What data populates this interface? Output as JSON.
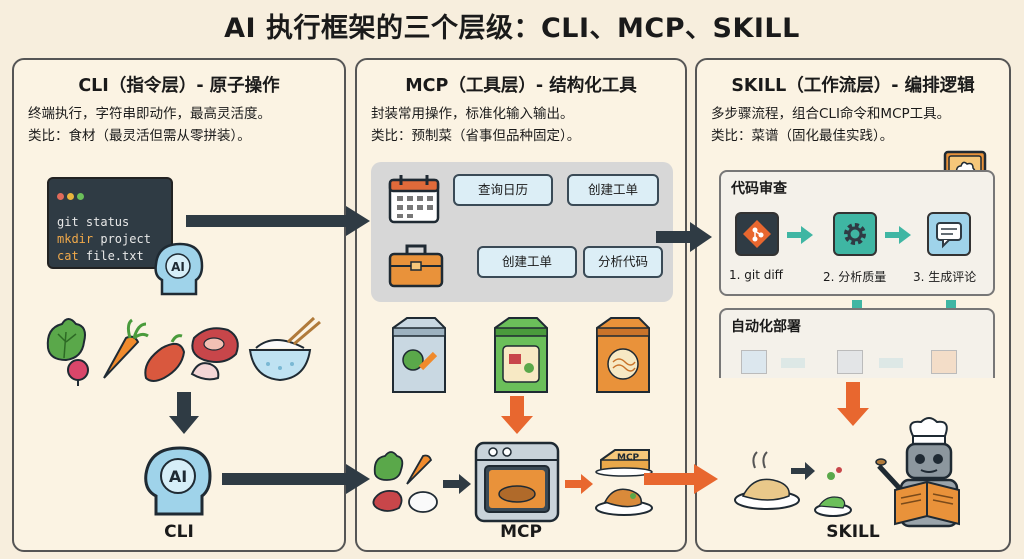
{
  "title": "AI 执行框架的三个层级：CLI、MCP、SKILL",
  "panels": {
    "cli": {
      "title": "CLI（指令层）- 原子操作",
      "desc1": "终端执行，字符串即动作，最高灵活度。",
      "desc2": "类比：食材（最灵活但需从零拼装）。",
      "terminal_lines": [
        {
          "cmd": "git",
          "rest": " status"
        },
        {
          "cmd": "mkdir",
          "rest": " project"
        },
        {
          "cmd": "cat",
          "rest": " file.txt"
        }
      ],
      "ai_label": "AI",
      "footer": "CLI"
    },
    "mcp": {
      "title": "MCP（工具层）- 结构化工具",
      "desc1": "封装常用操作，标准化输入输出。",
      "desc2": "类比：预制菜（省事但品种固定）。",
      "tools": [
        "查询日历",
        "创建工单",
        "创建工单",
        "分析代码"
      ],
      "tray_label": "MCP",
      "footer": "MCP"
    },
    "skill": {
      "title": "SKILL（工作流层）- 编排逻辑",
      "desc1": "多步骤流程，组合CLI命令和MCP工具。",
      "desc2": "类比：菜谱（固化最佳实践）。",
      "box1_title": "代码审查",
      "steps": [
        "1. git diff",
        "2. 分析质量",
        "3. 生成评论"
      ],
      "box2_title": "自动化部署",
      "footer": "SKILL"
    }
  },
  "colors": {
    "bg": "#f7eedd",
    "arrow_dark": "#2f3b44",
    "arrow_orange": "#e8672f",
    "teal": "#3fb6a3"
  }
}
